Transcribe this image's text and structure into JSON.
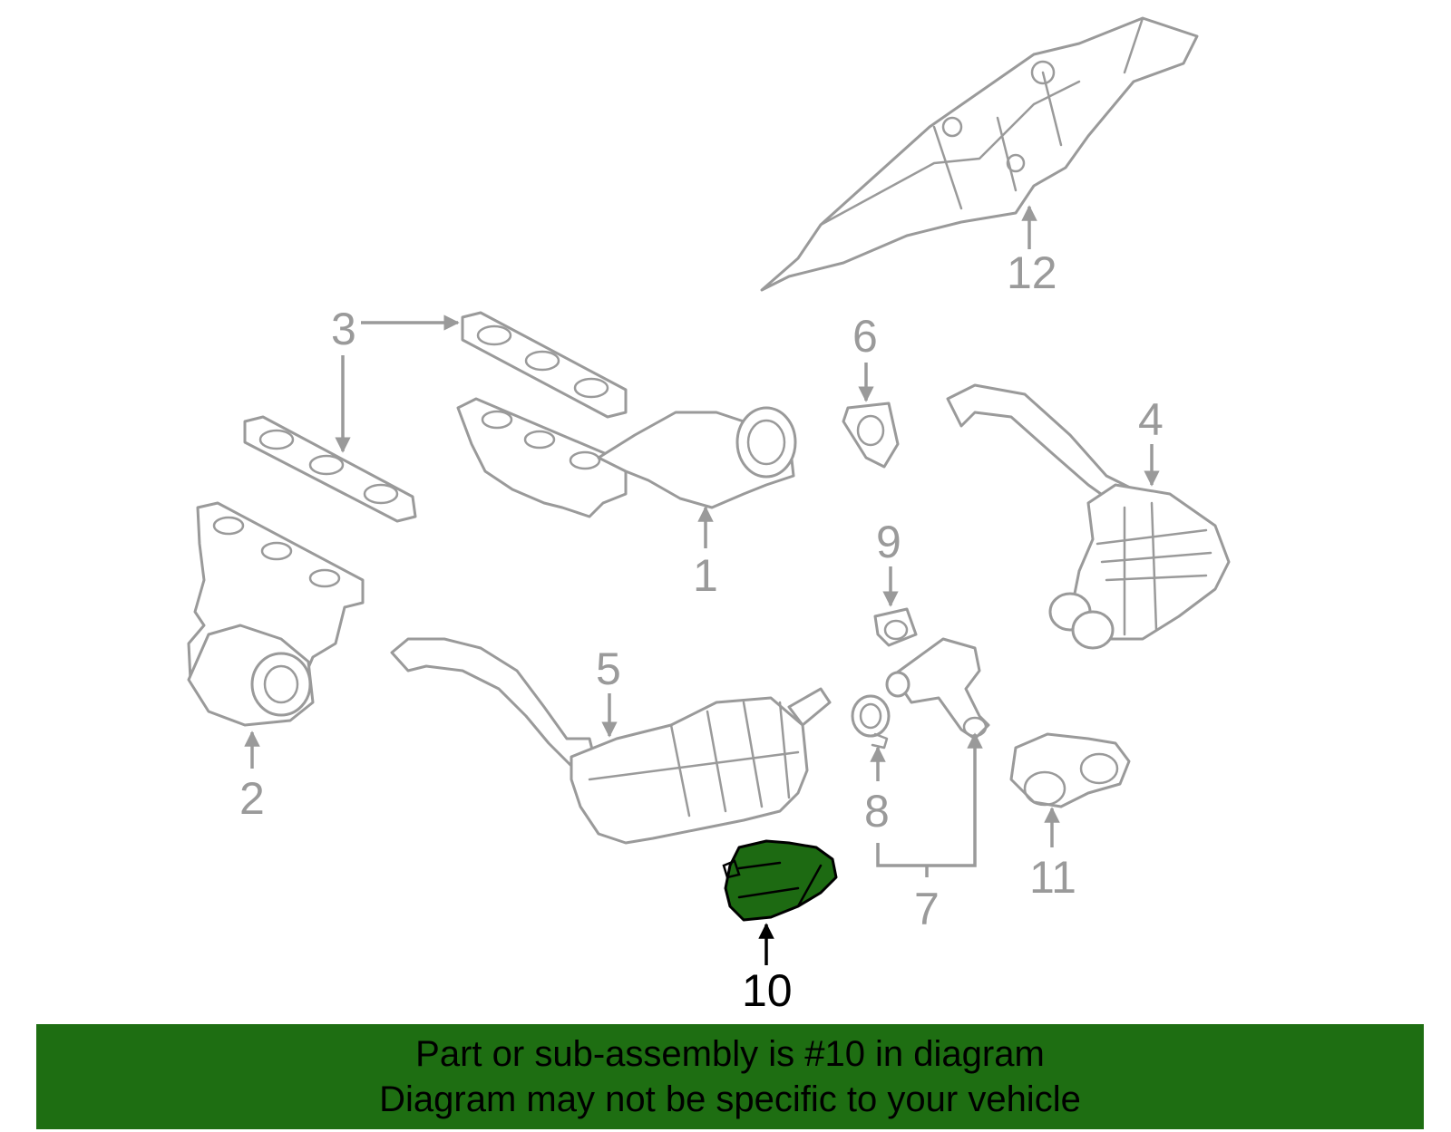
{
  "colors": {
    "highlight_fill": "#1e6e12",
    "line_gray": "#9a9a9a",
    "callout_highlight": "#000000"
  },
  "callouts": {
    "c1": "1",
    "c2": "2",
    "c3": "3",
    "c4": "4",
    "c5": "5",
    "c6": "6",
    "c7": "7",
    "c8": "8",
    "c9": "9",
    "c10": "10",
    "c11": "11",
    "c12": "12"
  },
  "highlighted_callout": "10",
  "banner": {
    "line1": "Part or sub-assembly is #10 in diagram",
    "line2": "Diagram may not be specific to your vehicle"
  }
}
